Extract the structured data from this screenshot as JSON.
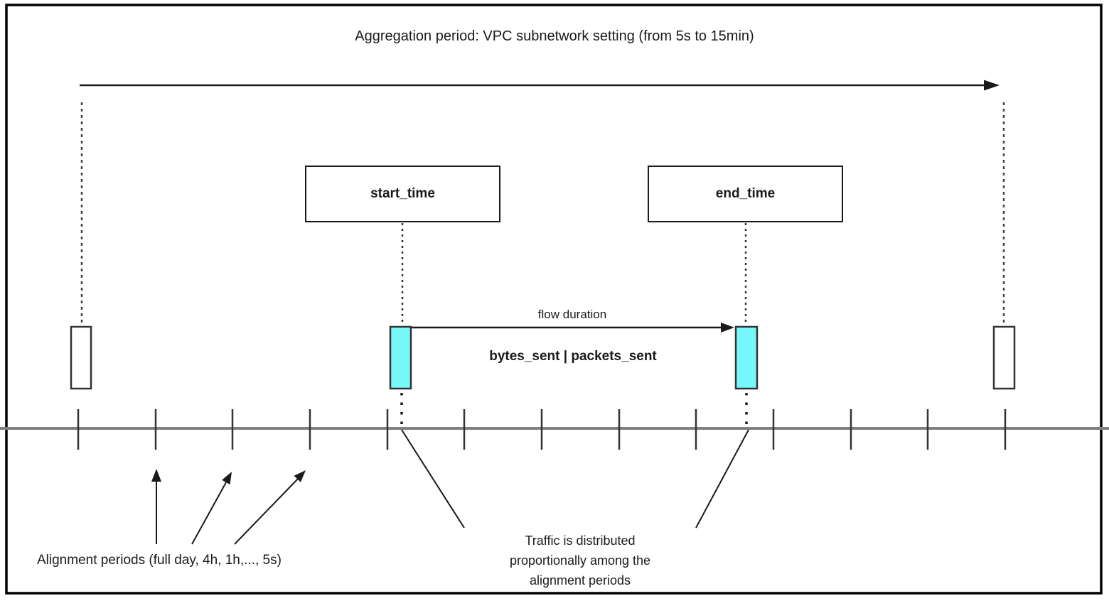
{
  "diagram": {
    "title": "Aggregation period: VPC subnetwork setting (from 5s to 15min)",
    "boxes": {
      "start": "start_time",
      "end": "end_time"
    },
    "labels": {
      "flow_duration": "flow duration",
      "metrics": "bytes_sent | packets_sent",
      "alignment_periods": "Alignment periods (full day, 4h, 1h,..., 5s)"
    },
    "traffic_note_lines": {
      "line1": "Traffic is distributed",
      "line2": "proportionally among the",
      "line3": "alignment periods"
    },
    "colors": {
      "flow_interval_fill": "#76f7f9",
      "timeline_stroke": "#808080",
      "line_stroke": "#1a1a1a"
    }
  }
}
